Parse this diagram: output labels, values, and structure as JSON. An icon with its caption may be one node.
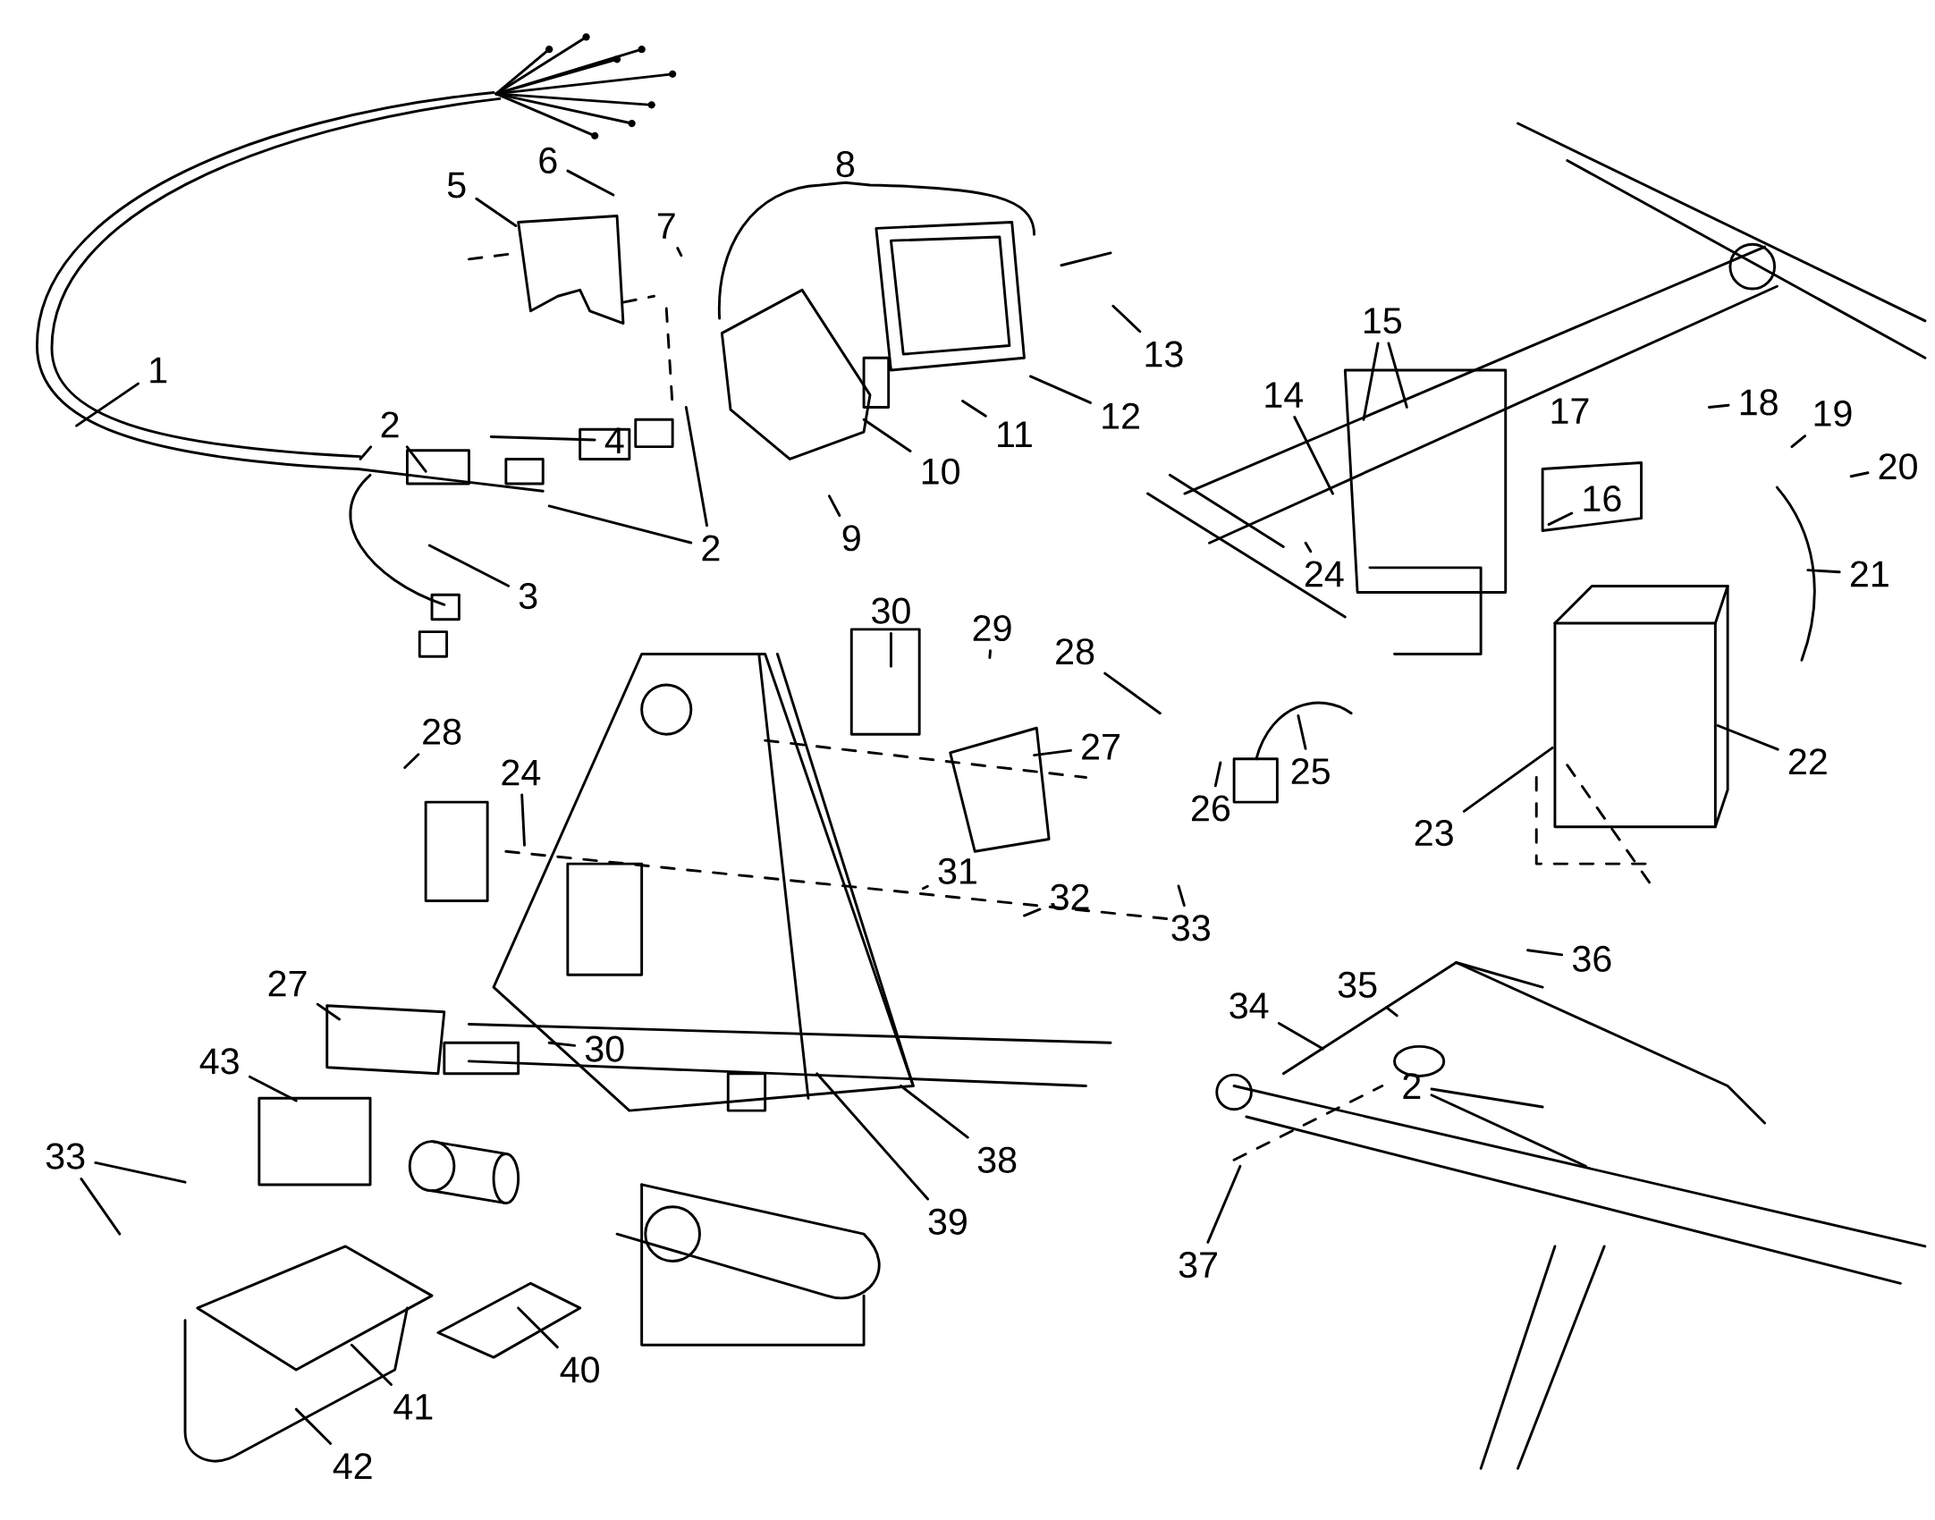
{
  "diagram": {
    "nodes": [
      {
        "text": [
          "1"
        ]
      },
      {
        "text": [
          "2"
        ]
      },
      {
        "text": [
          "3"
        ]
      },
      {
        "text": [
          "4"
        ]
      },
      {
        "text": [
          "5"
        ]
      },
      {
        "text": [
          "6"
        ]
      },
      {
        "text": [
          "7"
        ]
      },
      {
        "text": [
          "2"
        ]
      },
      {
        "text": [
          "9"
        ]
      },
      {
        "text": [
          "10"
        ]
      },
      {
        "text": [
          "11"
        ]
      },
      {
        "text": [
          "12"
        ]
      },
      {
        "text": [
          "13"
        ]
      },
      {
        "text": [
          "14"
        ]
      },
      {
        "text": [
          "15"
        ]
      },
      {
        "text": [
          "16"
        ]
      },
      {
        "text": [
          "18"
        ]
      },
      {
        "text": [
          "19"
        ]
      },
      {
        "text": [
          "20"
        ]
      },
      {
        "text": [
          "21"
        ]
      },
      {
        "text": [
          "24"
        ]
      },
      {
        "text": [
          "28"
        ]
      },
      {
        "text": [
          "29"
        ]
      },
      {
        "text": [
          "30"
        ]
      },
      {
        "text": [
          "22"
        ]
      },
      {
        "text": [
          "27"
        ]
      },
      {
        "text": [
          "25"
        ]
      },
      {
        "text": [
          "26"
        ]
      },
      {
        "text": [
          "23"
        ]
      },
      {
        "text": [
          "28"
        ]
      },
      {
        "text": [
          "24"
        ]
      },
      {
        "text": [
          "31"
        ]
      },
      {
        "text": [
          "32"
        ]
      },
      {
        "text": [
          "33"
        ]
      },
      {
        "text": [
          "36"
        ]
      },
      {
        "text": [
          "35"
        ]
      },
      {
        "text": [
          "27"
        ]
      },
      {
        "text": [
          "34"
        ]
      },
      {
        "text": [
          "30"
        ]
      },
      {
        "text": [
          "43"
        ]
      },
      {
        "text": [
          "2"
        ]
      },
      {
        "text": [
          "33"
        ]
      },
      {
        "text": [
          "38"
        ]
      },
      {
        "text": [
          "39"
        ]
      },
      {
        "text": [
          "40"
        ]
      },
      {
        "text": [
          "37"
        ]
      },
      {
        "text": [
          "41"
        ]
      },
      {
        "text": [
          "42"
        ]
      }
    ],
    "edges": [
      {
        "from": 0,
        "to": null,
        "arrow": "none"
      },
      {
        "from": 1,
        "to": null,
        "arrow": "none"
      },
      {
        "from": 1,
        "to": null,
        "arrow": "none"
      },
      {
        "from": 2,
        "to": null,
        "arrow": "none"
      },
      {
        "from": 3,
        "to": null,
        "arrow": "none"
      },
      {
        "from": 4,
        "to": null,
        "arrow": "none"
      },
      {
        "from": 5,
        "to": null,
        "arrow": "none"
      },
      {
        "from": 6,
        "to": null,
        "arrow": "none"
      },
      {
        "from": 7,
        "to": null,
        "arrow": "none"
      },
      {
        "from": 7,
        "to": null,
        "arrow": "none"
      },
      {
        "from": 8,
        "to": null,
        "arrow": "none"
      },
      {
        "from": 9,
        "to": null,
        "arrow": "none"
      },
      {
        "from": 10,
        "to": null,
        "arrow": "none"
      },
      {
        "from": 11,
        "to": null,
        "arrow": "none"
      },
      {
        "from": 12,
        "to": null,
        "arrow": "none"
      },
      {
        "from": 13,
        "to": null,
        "arrow": "none"
      },
      {
        "from": 14,
        "to": null,
        "arrow": "none"
      },
      {
        "from": 14,
        "to": null,
        "arrow": "none"
      },
      {
        "from": 15,
        "to": null,
        "arrow": "none"
      },
      {
        "from": 16,
        "to": null,
        "arrow": "none"
      },
      {
        "from": 17,
        "to": null,
        "arrow": "none"
      },
      {
        "from": 18,
        "to": null,
        "arrow": "none"
      },
      {
        "from": 19,
        "to": null,
        "arrow": "none"
      },
      {
        "from": 20,
        "to": null,
        "arrow": "none"
      },
      {
        "from": 21,
        "to": null,
        "arrow": "none"
      },
      {
        "from": 22,
        "to": null,
        "arrow": "none"
      },
      {
        "from": 23,
        "to": null,
        "arrow": "none"
      },
      {
        "from": 24,
        "to": null,
        "arrow": "none"
      },
      {
        "from": 25,
        "to": null,
        "arrow": "none"
      },
      {
        "from": 26,
        "to": null,
        "arrow": "none"
      },
      {
        "from": 27,
        "to": null,
        "arrow": "none"
      },
      {
        "from": 28,
        "to": null,
        "arrow": "none"
      },
      {
        "from": 29,
        "to": null,
        "arrow": "none"
      },
      {
        "from": 30,
        "to": null,
        "arrow": "none"
      },
      {
        "from": 31,
        "to": null,
        "arrow": "none"
      },
      {
        "from": 32,
        "to": null,
        "arrow": "none"
      },
      {
        "from": 33,
        "to": null,
        "arrow": "none"
      },
      {
        "from": 34,
        "to": null,
        "arrow": "none"
      },
      {
        "from": 35,
        "to": null,
        "arrow": "none"
      },
      {
        "from": 36,
        "to": null,
        "arrow": "none"
      },
      {
        "from": 37,
        "to": null,
        "arrow": "none"
      },
      {
        "from": 38,
        "to": null,
        "arrow": "none"
      },
      {
        "from": 39,
        "to": null,
        "arrow": "none"
      },
      {
        "from": 40,
        "to": null,
        "arrow": "none"
      },
      {
        "from": 40,
        "to": null,
        "arrow": "none"
      },
      {
        "from": 41,
        "to": null,
        "arrow": "none"
      },
      {
        "from": 41,
        "to": null,
        "arrow": "none"
      },
      {
        "from": 42,
        "to": null,
        "arrow": "none"
      },
      {
        "from": 43,
        "to": null,
        "arrow": "none"
      },
      {
        "from": 44,
        "to": null,
        "arrow": "none"
      },
      {
        "from": 45,
        "to": null,
        "arrow": "none"
      },
      {
        "from": 46,
        "to": null,
        "arrow": "none"
      },
      {
        "from": 47,
        "to": null,
        "arrow": "none"
      }
    ],
    "labels": [
      "8",
      "17"
    ]
  }
}
